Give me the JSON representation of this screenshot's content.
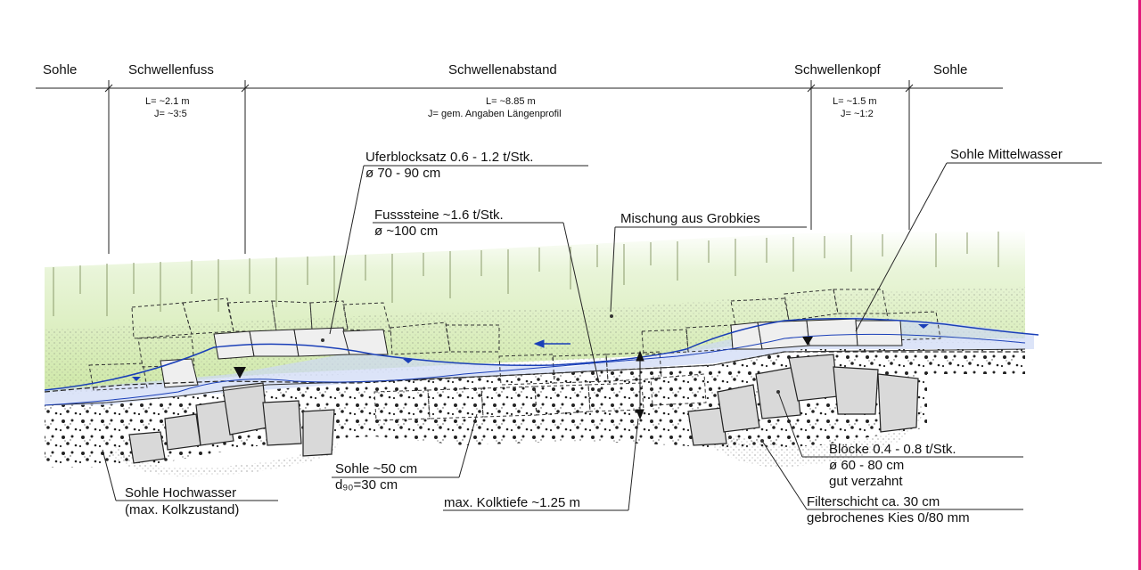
{
  "header": {
    "sohle_left": "Sohle",
    "schwellenfuss": "Schwellenfuss",
    "schwellenabstand": "Schwellenabstand",
    "schwellenkopf": "Schwellenkopf",
    "sohle_right": "Sohle"
  },
  "dimensions": {
    "fuss_l": "L= ~2.1 m",
    "fuss_j": "J= ~3:5",
    "abstand_l": "L= ~8.85 m",
    "abstand_j": "J= gem. Angaben Längenprofil",
    "kopf_l": "L= ~1.5 m",
    "kopf_j": "J= ~1:2"
  },
  "labels": {
    "uferblocksatz_1": "Uferblocksatz 0.6 - 1.2 t/Stk.",
    "uferblocksatz_2": "ø 70 - 90 cm",
    "fusssteine_1": "Fusssteine ~1.6 t/Stk.",
    "fusssteine_2": "ø ~100 cm",
    "mischung": "Mischung aus Grobkies",
    "sohle_mittelwasser": "Sohle Mittelwasser",
    "sohle_50_1": "Sohle ~50 cm",
    "sohle_50_2": "d₉₀=30 cm",
    "hochwasser_1": "Sohle Hochwasser",
    "hochwasser_2": "(max. Kolkzustand)",
    "kolktiefe": "max. Kolktiefe ~1.25 m",
    "bloecke_1": "Blöcke 0.4 - 0.8 t/Stk.",
    "bloecke_2": "ø 60 - 80 cm",
    "bloecke_3": "gut verzahnt",
    "filter_1": "Filterschicht ca. 30 cm",
    "filter_2": "gebrochenes Kies 0/80 mm"
  },
  "colors": {
    "vegetation": "#dff0c4",
    "water_line": "#1a3fb8",
    "water_fill": "#cdd9f5",
    "block_fill": "#d9d9d9",
    "edge_accent": "#e0157a"
  }
}
